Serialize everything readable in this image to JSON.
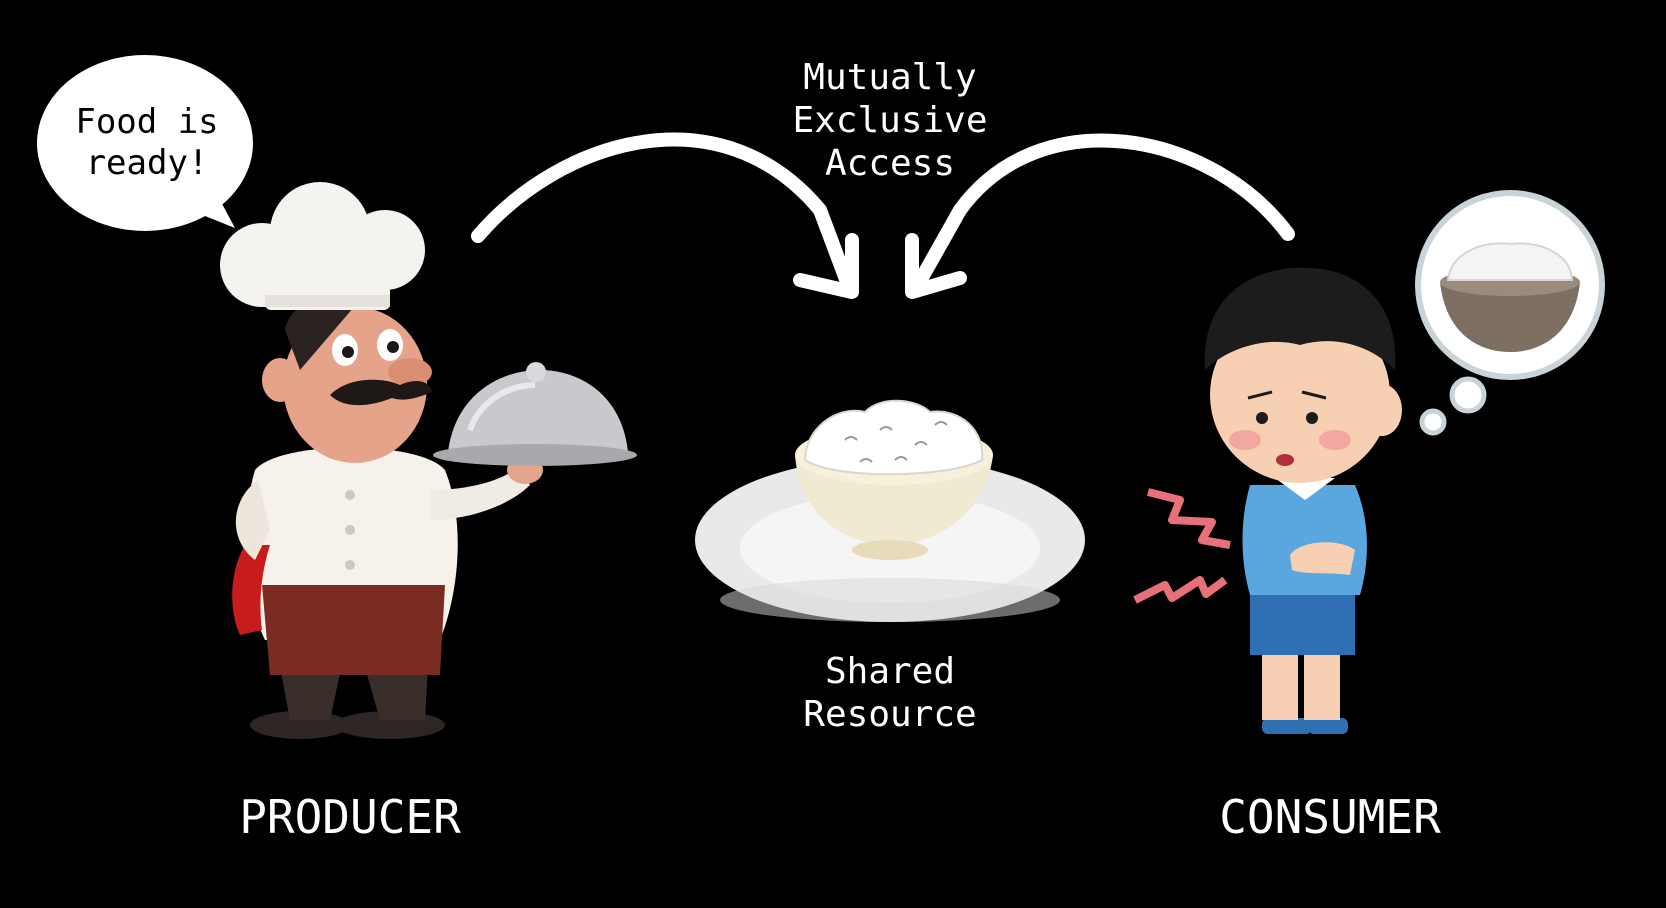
{
  "diagram": {
    "top_label": "Mutually\nExclusive\nAccess",
    "speech_bubble": "Food is\nready!",
    "center_label": "Shared\nResource",
    "producer_label": "PRODUCER",
    "consumer_label": "CONSUMER"
  },
  "colors": {
    "background": "#000000",
    "text": "#ffffff",
    "arrow": "#ffffff"
  },
  "icons": {
    "producer": "chef-icon",
    "consumer": "hungry-boy-icon",
    "resource": "rice-bowl-plate-icon",
    "thought": "rice-bowl-thought-icon"
  }
}
